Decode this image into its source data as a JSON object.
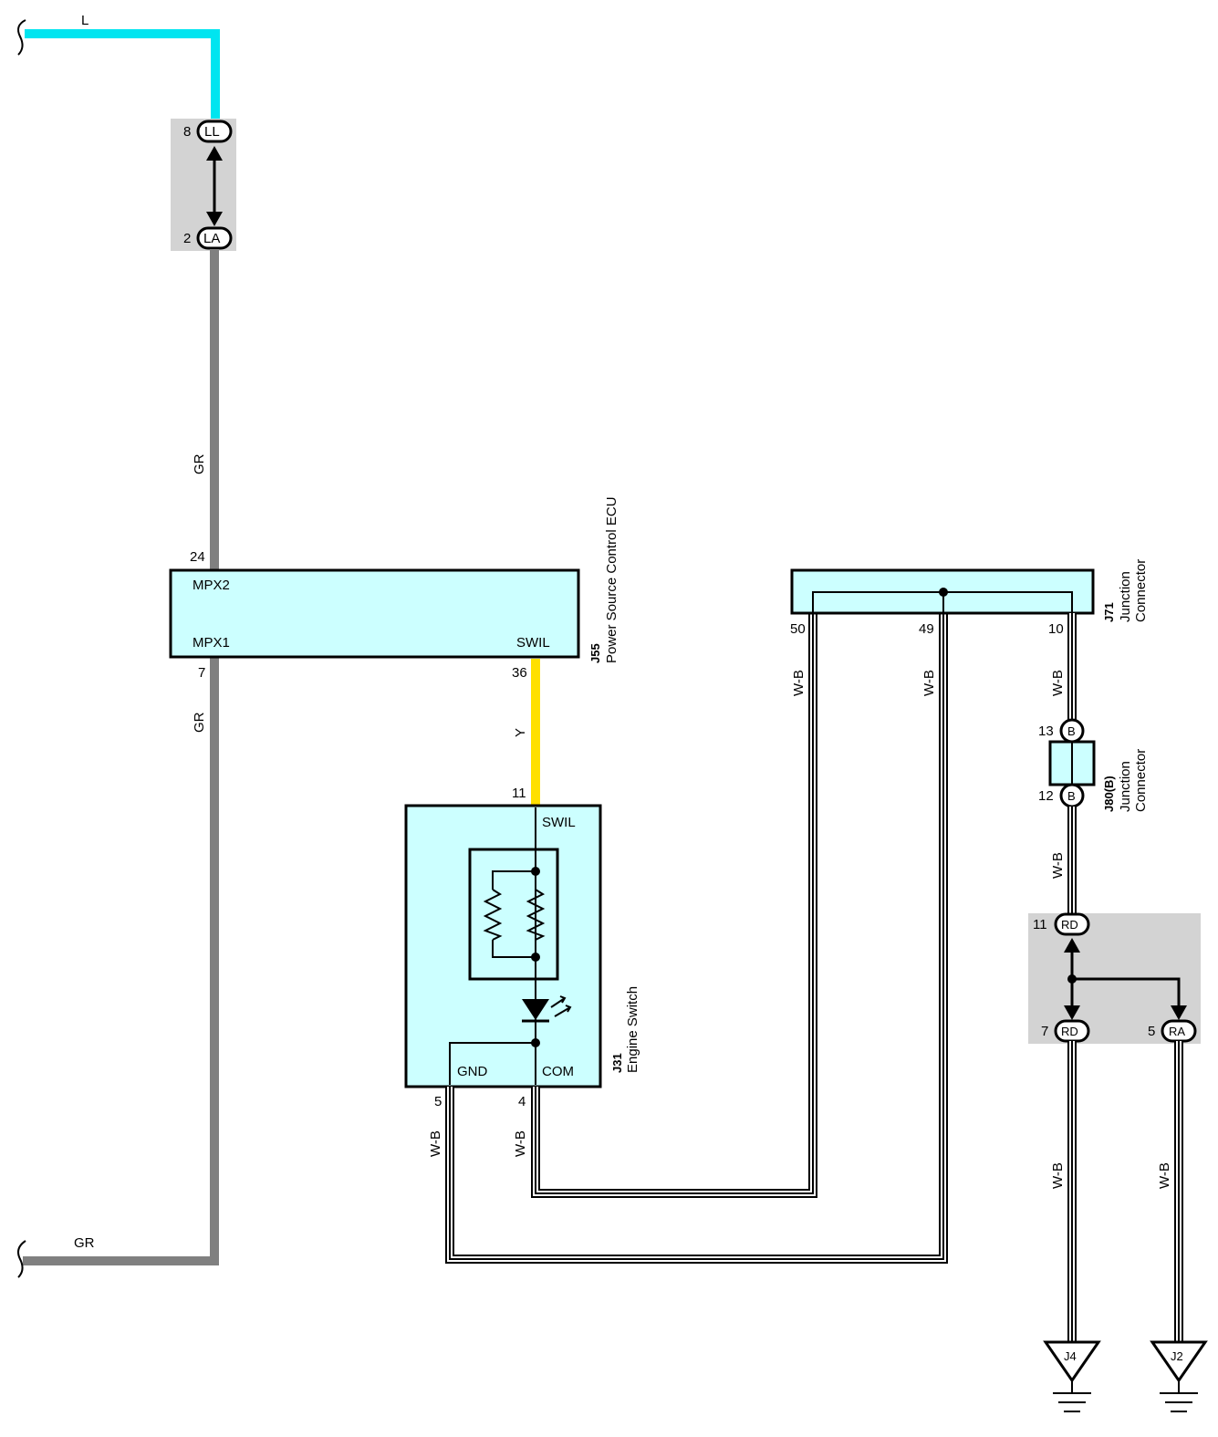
{
  "colors": {
    "wire_L": "#00e5f0",
    "wire_GR": "#808080",
    "wire_Y": "#ffe000",
    "component_fill": "#ccffff",
    "shade": "#d3d3d3"
  },
  "wires": {
    "top_L": "L",
    "gr_upper": "GR",
    "gr_lower": "GR",
    "bottom_GR": "GR",
    "y": "Y",
    "wb_50": "W-B",
    "wb_49": "W-B",
    "wb_10": "W-B",
    "wb_j80": "W-B",
    "wb_gnd": "W-B",
    "wb_com": "W-B",
    "wb_j4": "W-B",
    "wb_j2": "W-B"
  },
  "connector_top": {
    "pin_upper": "8",
    "code_upper": "LL",
    "pin_lower": "2",
    "code_lower": "LA"
  },
  "ecu": {
    "code": "J55",
    "name": "Power Source Control ECU",
    "pin_mpx2": "24",
    "label_mpx2": "MPX2",
    "pin_mpx1": "7",
    "label_mpx1": "MPX1",
    "pin_swil": "36",
    "label_swil": "SWIL"
  },
  "engine_switch": {
    "code": "J31",
    "name": "Engine Switch",
    "pin_swil": "11",
    "label_swil": "SWIL",
    "pin_gnd": "5",
    "label_gnd": "GND",
    "pin_com": "4",
    "label_com": "COM"
  },
  "j71": {
    "code": "J71",
    "name_line1": "Junction",
    "name_line2": "Connector",
    "pin_a": "50",
    "pin_b": "49",
    "pin_c": "10"
  },
  "j80": {
    "code": "J80(B)",
    "name_line1": "Junction",
    "name_line2": "Connector",
    "pin_top": "13",
    "code_top": "B",
    "pin_bottom": "12",
    "code_bottom": "B"
  },
  "connector_bottom": {
    "pin_top": "11",
    "code_top": "RD",
    "pin_left": "7",
    "code_left": "RD",
    "pin_right": "5",
    "code_right": "RA"
  },
  "grounds": {
    "left": "J4",
    "right": "J2"
  }
}
